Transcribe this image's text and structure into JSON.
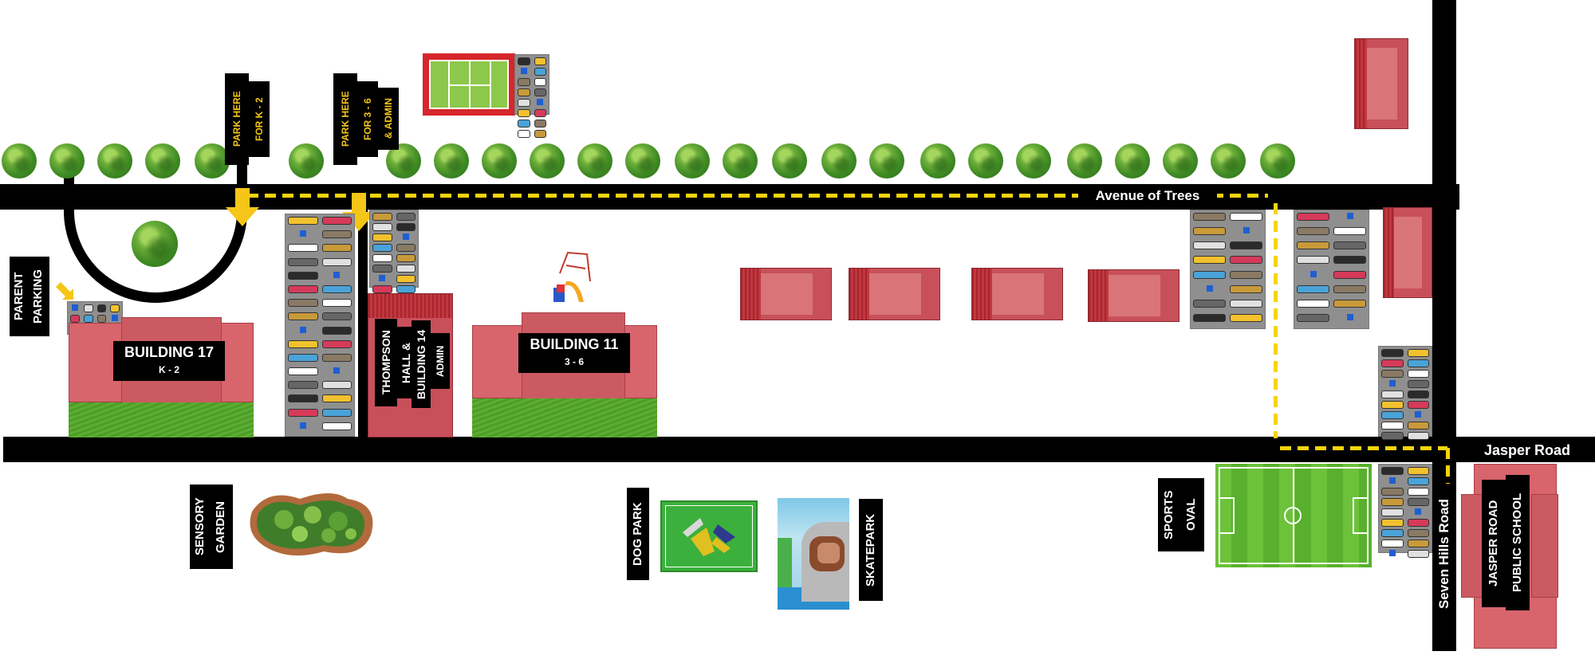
{
  "roads": {
    "avenue": "Avenue of Trees",
    "jasper": "Jasper Road",
    "seven_hills": "Seven Hills Road"
  },
  "signs": {
    "park_k2_line1": "PARK HERE",
    "park_k2_line2": "FOR K - 2",
    "park_36_line1": "PARK HERE",
    "park_36_line2": "FOR 3 - 6",
    "park_36_line3": "& ADMIN",
    "parent_parking_1": "PARENT",
    "parent_parking_2": "PARKING"
  },
  "buildings": {
    "b17_name": "BUILDING 17",
    "b17_sub": "K - 2",
    "b11_name": "BUILDING 11",
    "b11_sub": "3 - 6",
    "thompson_1": "THOMPSON",
    "thompson_2": "HALL &",
    "thompson_3": "BUILDING 14",
    "thompson_4": "ADMIN",
    "school_1": "JASPER ROAD",
    "school_2": "PUBLIC SCHOOL"
  },
  "places": {
    "sensory_1": "SENSORY",
    "sensory_2": "GARDEN",
    "dog_park": "DOG PARK",
    "skatepark": "SKATEPARK",
    "sports_1": "SPORTS",
    "sports_2": "OVAL"
  },
  "colors": {
    "road": "#000000",
    "route": "#f5d40c",
    "roof": "#c8505a",
    "grass": "#5cae32",
    "label_bg": "#000000",
    "sign_text": "#f5c518"
  },
  "icons": {
    "tree": "tree-icon",
    "arrow": "arrow-down-icon",
    "parking": "parking-lot-icon"
  }
}
